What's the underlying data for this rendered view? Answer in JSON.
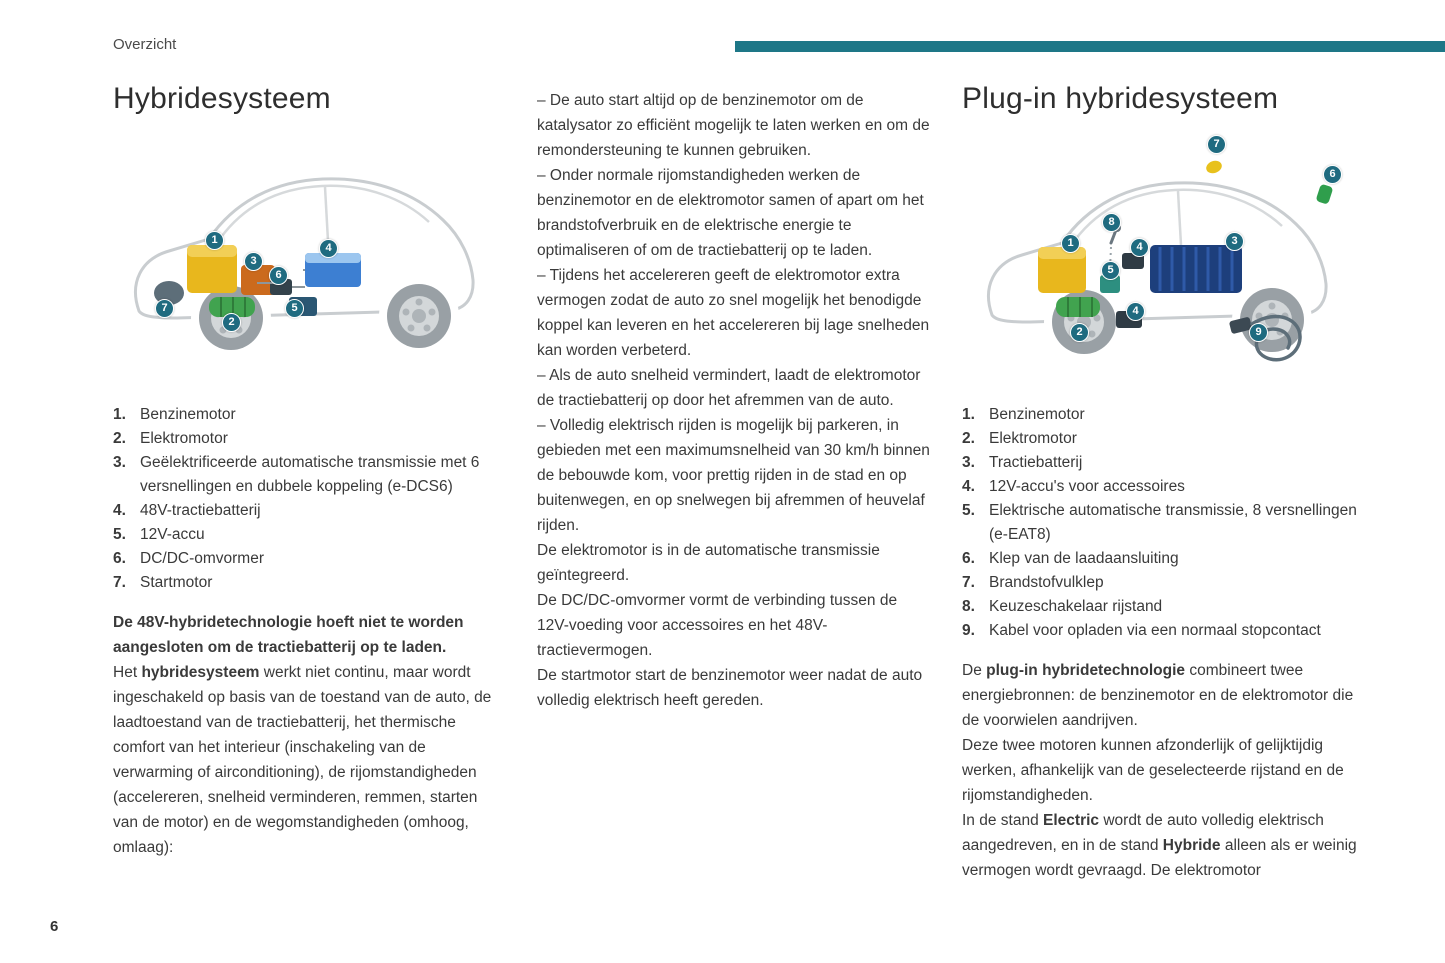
{
  "page": {
    "header_label": "Overzicht",
    "page_number": "6",
    "accent_color": "#1e7787",
    "badge_color": "#1f6b80"
  },
  "col1": {
    "title": "Hybridesysteem",
    "badges": [
      "1",
      "2",
      "3",
      "4",
      "5",
      "6",
      "7"
    ],
    "legend": [
      {
        "num": "1.",
        "text": "Benzinemotor"
      },
      {
        "num": "2.",
        "text": "Elektromotor"
      },
      {
        "num": "3.",
        "text": "Geëlektrificeerde automatische transmissie met 6 versnellingen en dubbele koppeling (e-DCS6)"
      },
      {
        "num": "4.",
        "text": "48V-tractiebatterij"
      },
      {
        "num": "5.",
        "text": "12V-accu"
      },
      {
        "num": "6.",
        "text": "DC/DC-omvormer"
      },
      {
        "num": "7.",
        "text": "Startmotor"
      }
    ],
    "para_bold": "De 48V-hybridetechnologie hoeft niet te worden aangesloten om de tractiebatterij op te laden.",
    "para2": [
      "Het ",
      "hybridesysteem",
      " werkt niet continu, maar wordt ingeschakeld op basis van de toestand van de auto, de laadtoestand van de tractiebatterij, het thermische comfort van het interieur (inschakeling van de verwarming of airconditioning), de rijomstandigheden (accelereren, snelheid verminderen, remmen, starten van de motor) en de wegomstandigheden (omhoog, omlaag):"
    ]
  },
  "col2": {
    "paragraphs": [
      "–  De auto start altijd op de benzinemotor om de katalysator zo efficiënt mogelijk te laten werken en om de remondersteuning te kunnen gebruiken.",
      "–  Onder normale rijomstandigheden werken de benzinemotor en de elektromotor samen of apart om het brandstofverbruik en de elektrische energie te optimaliseren of om de tractiebatterij op te laden.",
      "–  Tijdens het accelereren geeft de elektromotor extra vermogen zodat de auto zo snel mogelijk het benodigde koppel kan leveren en het accelereren bij lage snelheden kan worden verbeterd.",
      "–  Als de auto snelheid vermindert, laadt de elektromotor de tractiebatterij op door het afremmen van de auto.",
      "–  Volledig elektrisch rijden is mogelijk bij parkeren, in gebieden met een maximumsnelheid van 30 km/h binnen de bebouwde kom, voor prettig rijden in de stad en op buitenwegen, en op snelwegen bij afremmen of heuvelaf rijden.",
      "De elektromotor is in de automatische transmissie geïntegreerd.",
      "De DC/DC-omvormer vormt de verbinding tussen de 12V-voeding voor accessoires en het 48V-tractievermogen.",
      "De startmotor start de benzinemotor weer nadat de auto volledig elektrisch heeft gereden."
    ]
  },
  "col3": {
    "title": "Plug-in hybridesysteem",
    "badges": [
      "1",
      "2",
      "3",
      "4",
      "4",
      "5",
      "6",
      "7",
      "8",
      "9"
    ],
    "legend": [
      {
        "num": "1.",
        "text": "Benzinemotor"
      },
      {
        "num": "2.",
        "text": "Elektromotor"
      },
      {
        "num": "3.",
        "text": "Tractiebatterij"
      },
      {
        "num": "4.",
        "text": "12V-accu's voor accessoires"
      },
      {
        "num": "5.",
        "text": "Elektrische automatische transmissie, 8 versnellingen (e-EAT8)"
      },
      {
        "num": "6.",
        "text": "Klep van de laadaansluiting"
      },
      {
        "num": "7.",
        "text": "Brandstofvulklep"
      },
      {
        "num": "8.",
        "text": "Keuzeschakelaar rijstand"
      },
      {
        "num": "9.",
        "text": "Kabel voor opladen via een normaal stopcontact"
      }
    ],
    "p1": [
      "De ",
      "plug-in hybridetechnologie",
      " combineert twee energiebronnen: de benzinemotor en de elektromotor die de voorwielen aandrijven."
    ],
    "p2": "Deze twee motoren kunnen afzonderlijk of gelijktijdig werken, afhankelijk van de geselecteerde rijstand en de rijomstandigheden.",
    "p3": [
      "In de stand ",
      "Electric",
      " wordt de auto volledig elektrisch aangedreven, en in de stand ",
      "Hybride",
      " alleen als er weinig vermogen wordt gevraagd. De elektromotor"
    ]
  }
}
